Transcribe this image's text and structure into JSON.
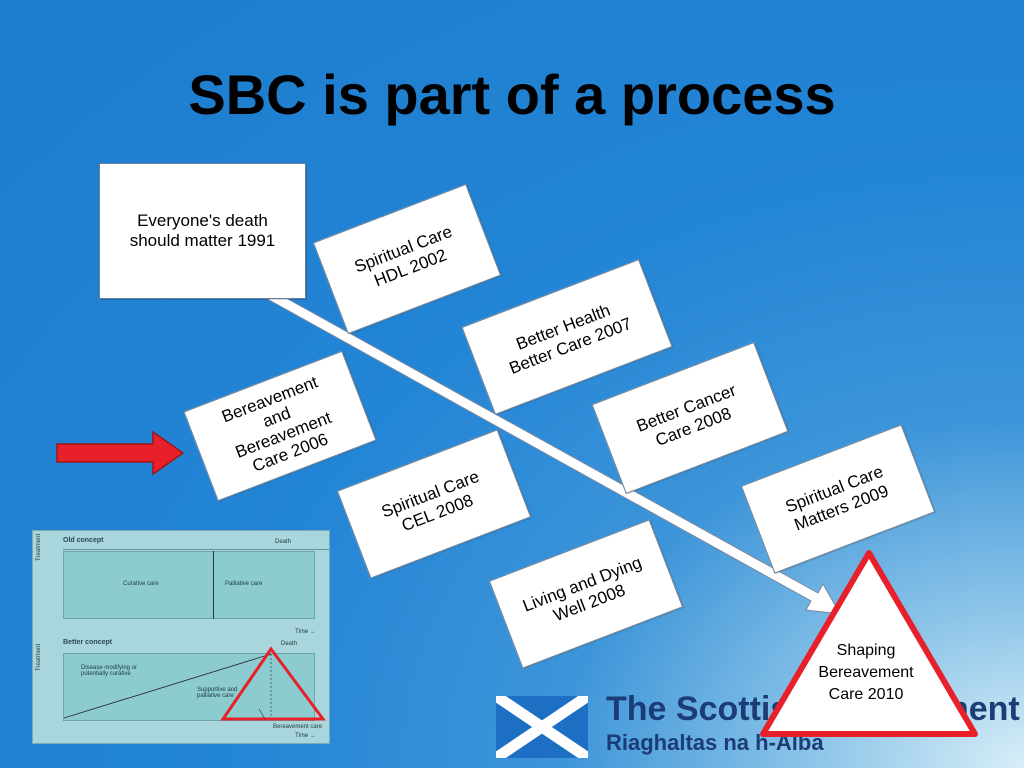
{
  "slide": {
    "title": "SBC is part of a process"
  },
  "boxes": {
    "b1991": [
      "Everyone's death",
      "should matter 1991"
    ],
    "b2002": [
      "Spiritual Care",
      "HDL 2002"
    ],
    "b2007": [
      "Better Health",
      "Better Care 2007"
    ],
    "b2006": [
      "Bereavement",
      "and",
      "Bereavement",
      "Care 2006"
    ],
    "b2008c": [
      "Better Cancer",
      "Care 2008"
    ],
    "b2008cel": [
      "Spiritual Care",
      "CEL 2008"
    ],
    "b2009": [
      "Spiritual Care",
      "Matters 2009"
    ],
    "b2008lw": [
      "Living and Dying",
      "Well 2008"
    ]
  },
  "triangle": {
    "lines": [
      "Shaping",
      "Bereavement",
      "Care 2010"
    ],
    "color": "#e8202a"
  },
  "diagram": {
    "old_title": "Old concept",
    "better_title": "Better concept",
    "treatment": "Treatment",
    "death": "Death",
    "curative": "Curative care",
    "palliative": "Palliative care",
    "time": "Time →",
    "disease_modifying": [
      "Disease modifying or",
      "potentially curative"
    ],
    "supportive": [
      "Supportive and",
      "palliative care"
    ],
    "bereavement": "Bereavement care"
  },
  "logo": {
    "line1": "The Scottish Government",
    "line2": "Riaghaltas na h-Alba"
  },
  "colors": {
    "background": "#2385d6",
    "arrow": "#e8202a",
    "logo_text": "#1c3c78",
    "saltire_blue": "#1c6fc2"
  }
}
